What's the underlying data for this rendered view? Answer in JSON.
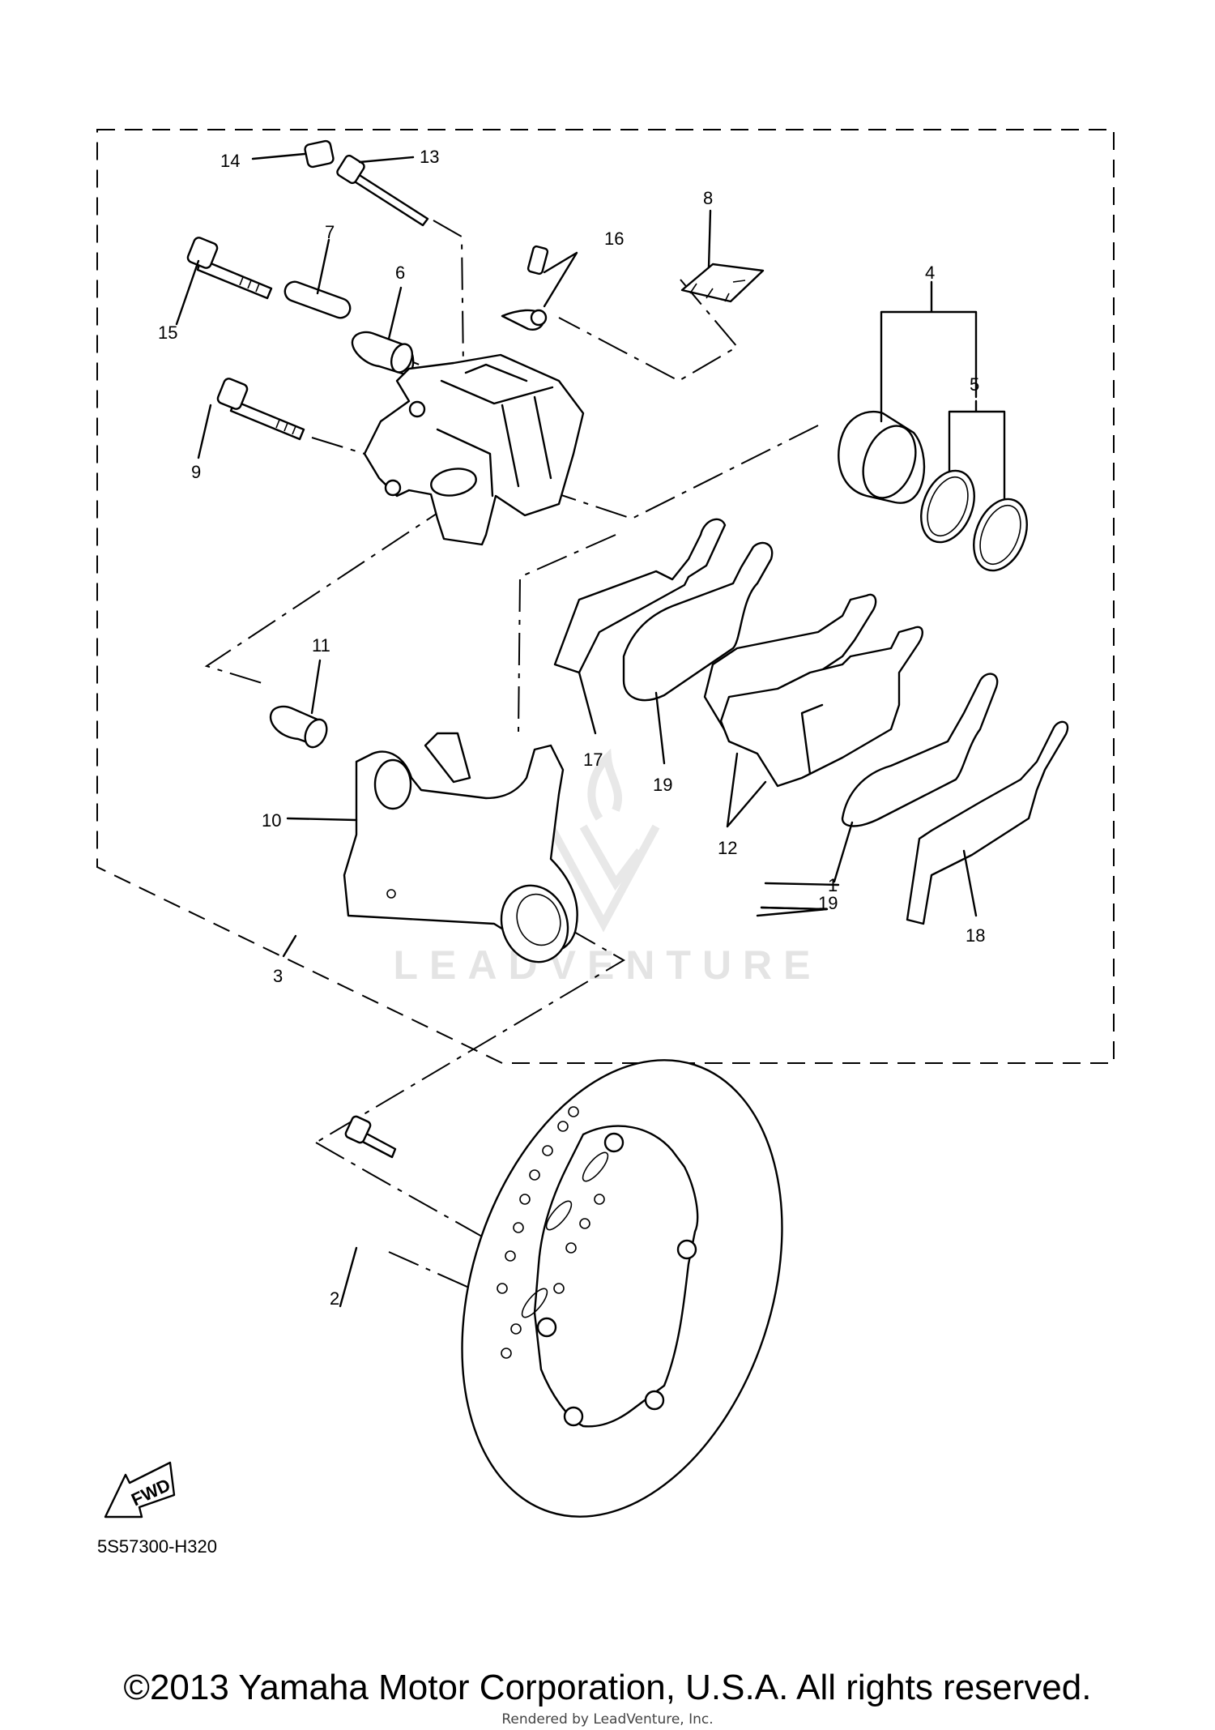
{
  "callouts": {
    "c1": "1",
    "c2": "2",
    "c3": "3",
    "c4": "4",
    "c5": "5",
    "c6": "6",
    "c7": "7",
    "c8": "8",
    "c9": "9",
    "c10": "10",
    "c11": "11",
    "c12": "12",
    "c13": "13",
    "c14": "14",
    "c15": "15",
    "c16": "16",
    "c17": "17",
    "c18": "18",
    "c19a": "19",
    "c19b": "19"
  },
  "diagram_code": "5S57300-H320",
  "fwd_label": "FWD",
  "watermark": "LEADVENTURE",
  "copyright": "©2013 Yamaha Motor Corporation, U.S.A. All rights reserved.",
  "rendered_by": "Rendered by LeadVenture, Inc."
}
